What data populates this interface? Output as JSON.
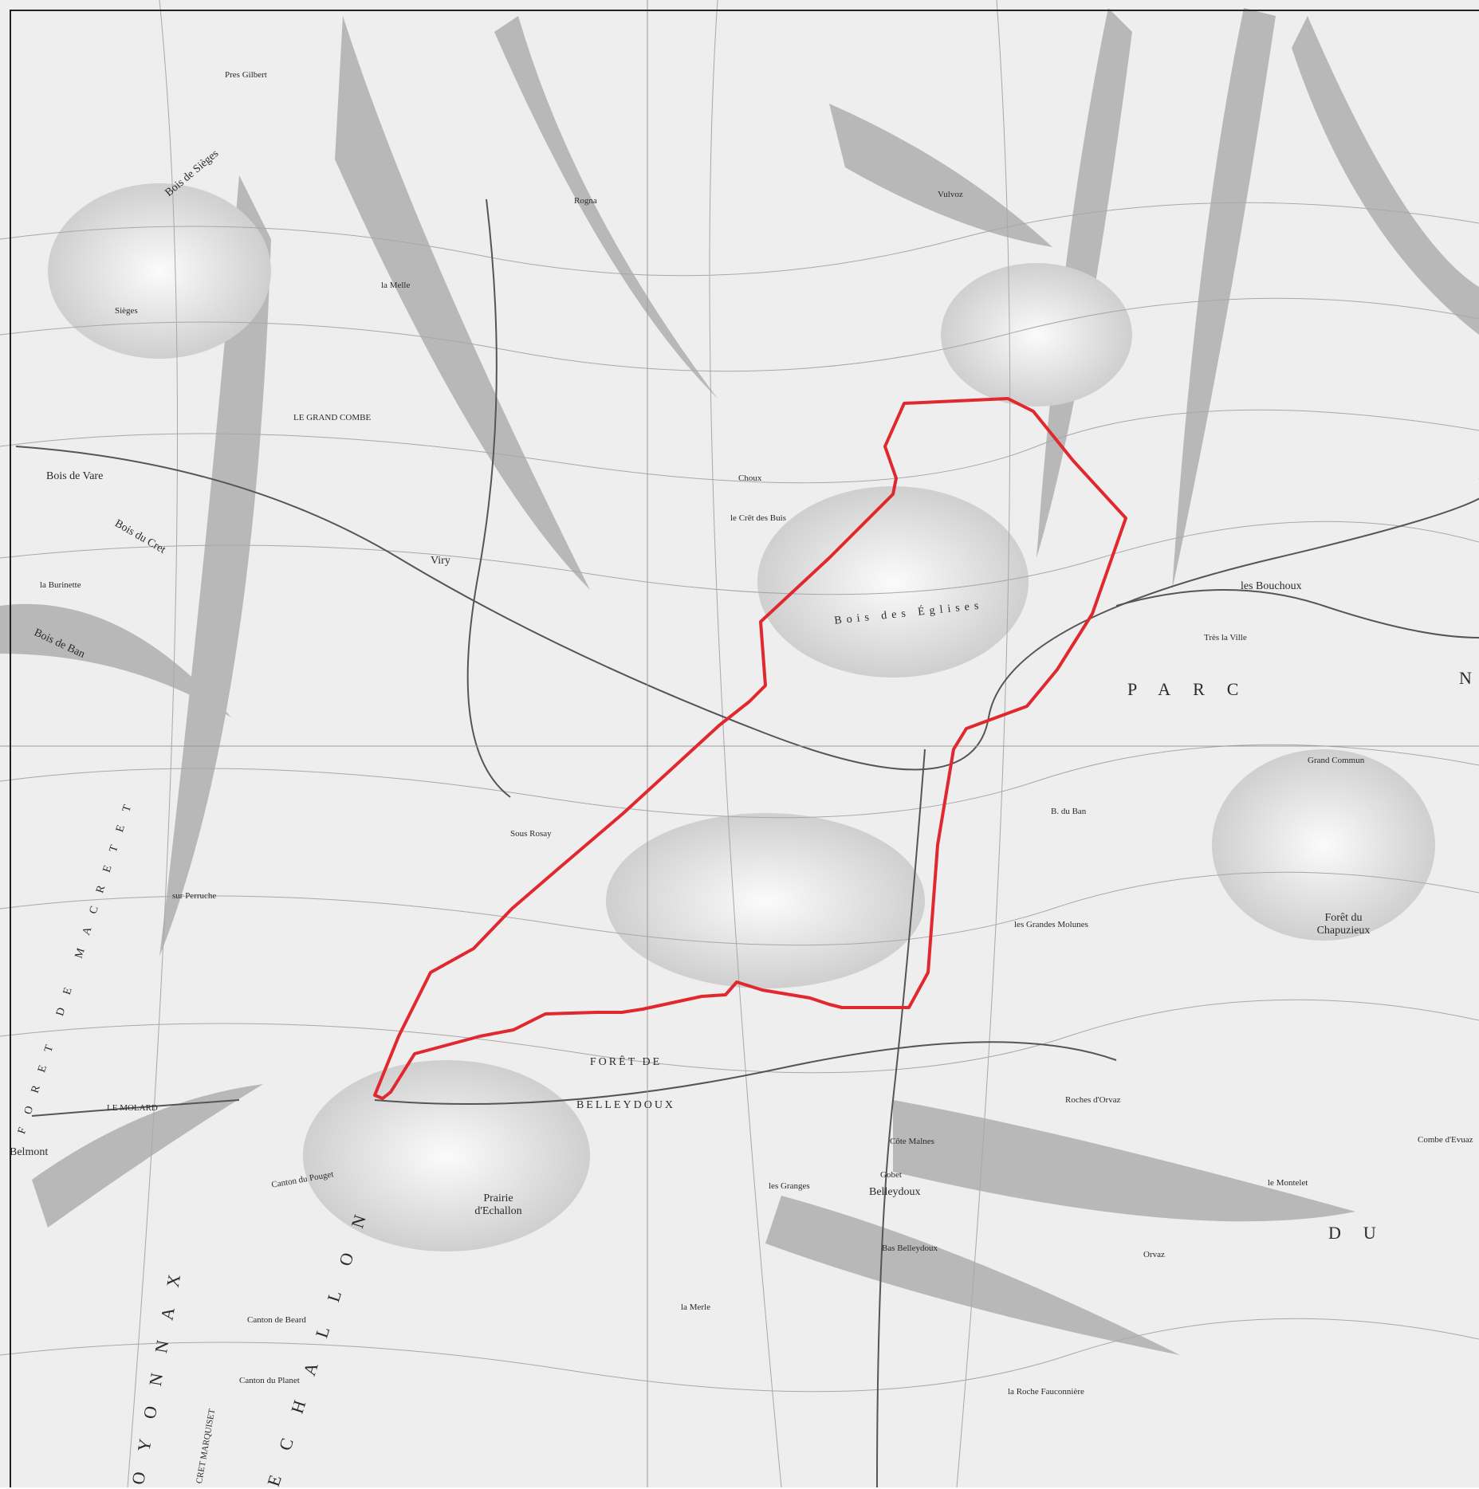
{
  "map": {
    "route_color": "#e0282e",
    "place_labels": {
      "belleydoux": "Belleydoux",
      "viry": "Viry",
      "les_bouchoux": "les Bouchoux",
      "rogna": "Rogna",
      "vulvoz": "Vulvoz",
      "choux": "Choux",
      "belmont": "Belmont",
      "gobet": "Gobet",
      "le_molard": "LE MOLARD",
      "le_grand_combe": "LE GRAND COMBE",
      "tres_la_ville": "Très la Ville",
      "grand_commun": "Grand Commun",
      "roches_orvaz": "Roches d'Orvaz",
      "bois_de_vare": "Bois de Vare",
      "bois_du_cret": "Bois du Cret",
      "la_burinette": "la Burinette",
      "bois_de_ban": "Bois de Ban",
      "bois_des_eglises": "Bois des Églises",
      "b_du_ban": "B. du Ban",
      "foret_du_chapuzieux": "Forêt du Chapuzieux",
      "foret_de_belleydoux": "FORÊT DE BELLEYDOUX",
      "prairie_dechallon": "Prairie d'Echallon",
      "canton_du_pouget": "Canton du Pouget",
      "canton_de_beard": "Canton de Beard",
      "canton_du_planet": "Canton du Planet",
      "la_melle": "la Melle",
      "sur_perruche": "sur Perruche",
      "pres_gilbert": "Pres Gilbert",
      "bois_de_sieges": "Bois de Sièges",
      "sieges": "Sièges",
      "sous_rosay": "Sous Rosay",
      "le_cret_des_buis": "le Crêt des Buis",
      "la_roche_fauconniere": "la Roche Fauconnière",
      "cote_malnes": "Côte Malnes",
      "bas_belleydoux": "Bas Belleydoux",
      "orvaz": "Orvaz",
      "le_montelet": "le Montelet",
      "combe_devaz": "Combe d'Evuaz",
      "la_merle": "la Merle",
      "les_granges": "les Granges",
      "les_grandes_molunes": "les Grandes Molunes",
      "cret_marquiser": "CRET MARQUISET"
    },
    "region_labels": {
      "parc": "PARC",
      "n": "N",
      "du": "DU",
      "echallon": "ECHALLON",
      "oyonnax": "OYONNAX",
      "foret_macretet": "FORET DE MACRETET"
    }
  }
}
